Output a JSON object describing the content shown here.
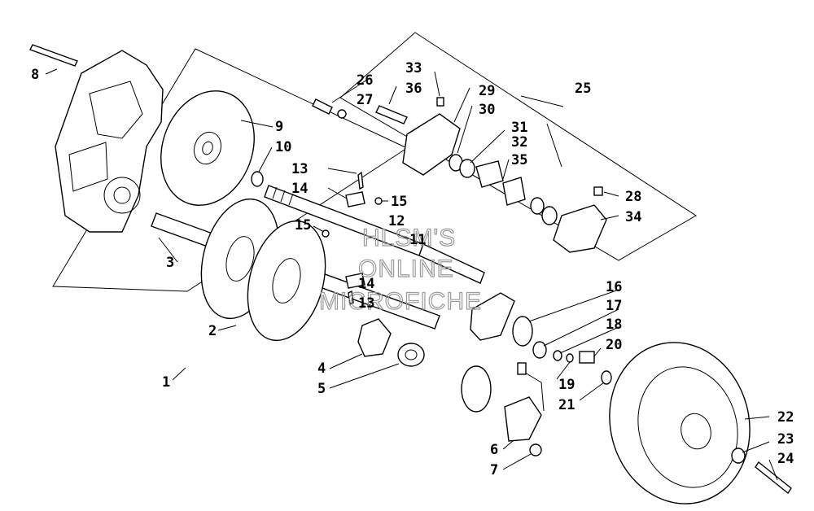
{
  "watermark": [
    "HLSM'S",
    "ONLINE",
    "MICROFICHE"
  ],
  "callouts": [
    "1",
    "2",
    "3",
    "4",
    "5",
    "6",
    "7",
    "8",
    "9",
    "10",
    "11",
    "12",
    "13",
    "13",
    "14",
    "14",
    "15",
    "15",
    "16",
    "17",
    "18",
    "19",
    "20",
    "21",
    "22",
    "23",
    "24",
    "25",
    "26",
    "27",
    "28",
    "29",
    "30",
    "31",
    "32",
    "33",
    "34",
    "35",
    "36"
  ]
}
